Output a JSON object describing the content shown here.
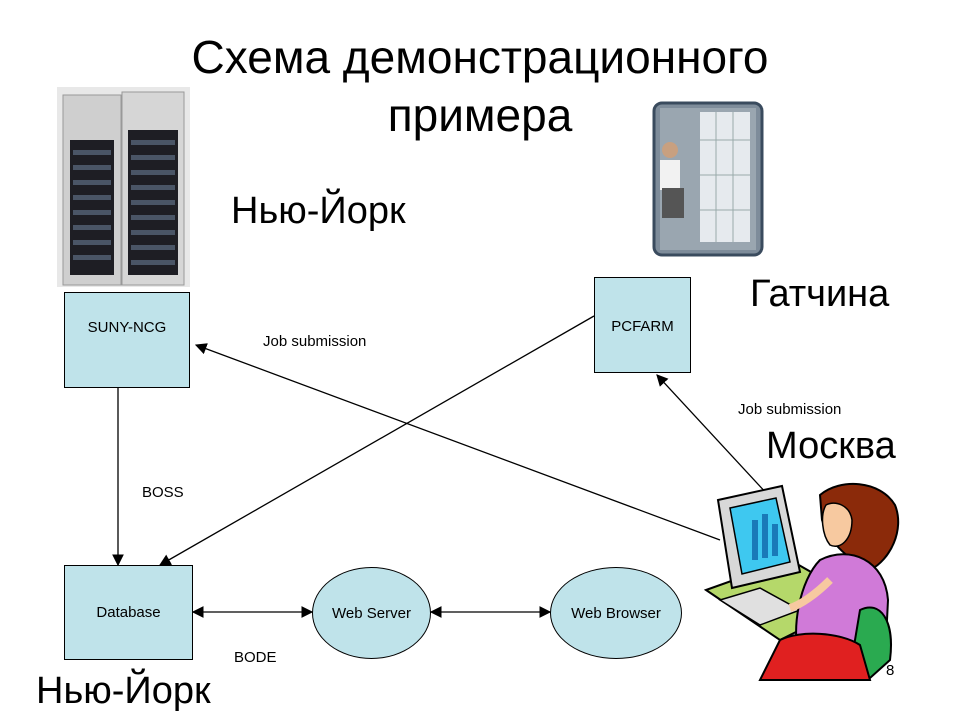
{
  "title_line1": "Схема демонстрационного",
  "title_line2": "примера",
  "cities": {
    "ny_top": "Нью-Йорк",
    "gatchina": "Гатчина",
    "moscow": "Москва",
    "ny_bottom": "Нью-Йорк"
  },
  "nodes": {
    "suny": "SUNY-NCG",
    "pcfarm": "PCFARM",
    "database": "Database",
    "web_server": "Web Server",
    "web_browser": "Web Browser"
  },
  "edge_labels": {
    "job_submission_1": "Job submission",
    "job_submission_2": "Job submission",
    "boss": "BOSS",
    "bode": "BODE"
  },
  "page_number": "8",
  "icons": [
    "server-rack-photo",
    "computer-farm-photo",
    "user-at-computer-clipart"
  ]
}
